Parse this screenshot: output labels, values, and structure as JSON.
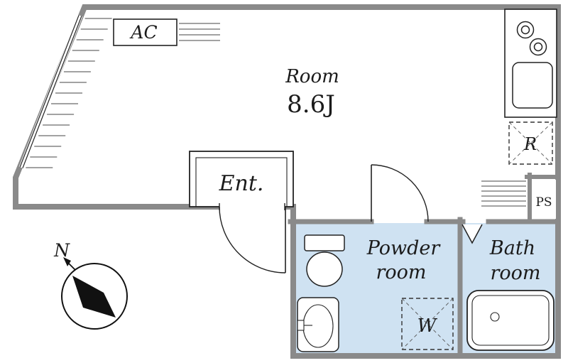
{
  "plan": {
    "type": "apartment-floor-plan",
    "room": {
      "name": "Room",
      "size": "8.6J"
    },
    "labels": {
      "ac": "AC",
      "entrance": "Ent.",
      "powder_line1": "Powder",
      "powder_line2": "room",
      "bath_line1": "Bath",
      "bath_line2": "room",
      "refrigerator": "R",
      "pipe_space": "PS",
      "washer": "W",
      "north": "N"
    },
    "colors": {
      "wall": "#8a8a8a",
      "wet_area_fill": "#cfe2f2",
      "line": "#222222",
      "background": "#ffffff"
    }
  }
}
